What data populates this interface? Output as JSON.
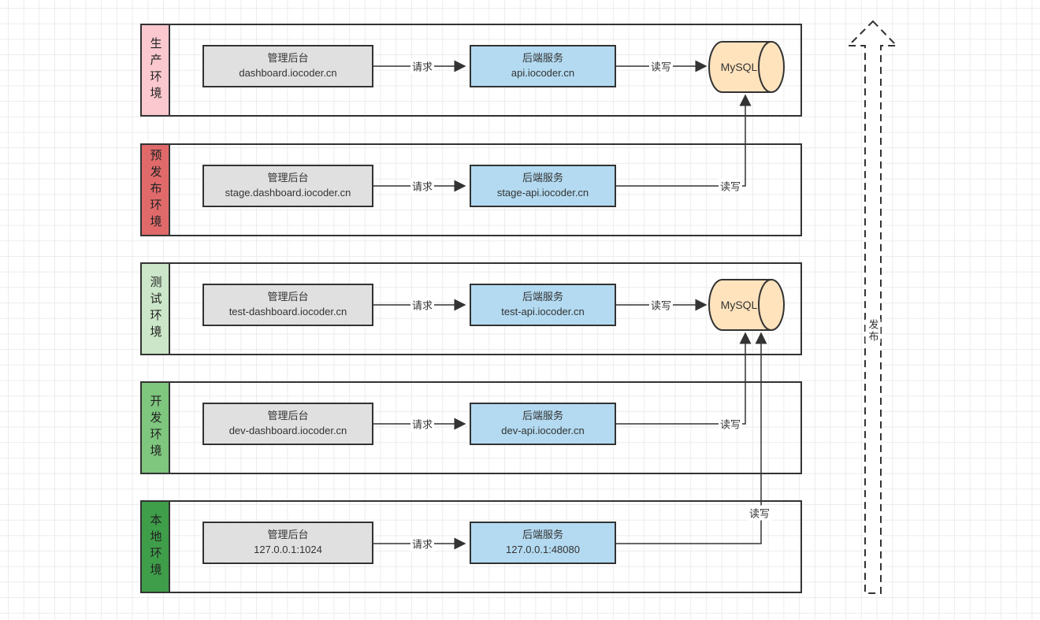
{
  "diagram": {
    "publish_label": "发布",
    "colors": {
      "admin_box": "#E0E0E0",
      "backend_box": "#B3DAF1",
      "database_fill": "#FFE3BD",
      "line": "#333333",
      "tab_production": "#FAC8CE",
      "tab_staging": "#E06A6A",
      "tab_test": "#CBE6C8",
      "tab_dev": "#7FC67F",
      "tab_local": "#3F9E49"
    },
    "environments": [
      {
        "name": "生产环境",
        "admin": {
          "title": "管理后台",
          "subtitle": "dashboard.iocoder.cn"
        },
        "backend": {
          "title": "后端服务",
          "subtitle": "api.iocoder.cn"
        },
        "request_label": "请求",
        "readwrite_label": "读写",
        "database": "MySQL"
      },
      {
        "name": "预发布环境",
        "admin": {
          "title": "管理后台",
          "subtitle": "stage.dashboard.iocoder.cn"
        },
        "backend": {
          "title": "后端服务",
          "subtitle": "stage-api.iocoder.cn"
        },
        "request_label": "请求",
        "readwrite_label": "读写"
      },
      {
        "name": "测试环境",
        "admin": {
          "title": "管理后台",
          "subtitle": "test-dashboard.iocoder.cn"
        },
        "backend": {
          "title": "后端服务",
          "subtitle": "test-api.iocoder.cn"
        },
        "request_label": "请求",
        "readwrite_label": "读写",
        "database": "MySQL"
      },
      {
        "name": "开发环境",
        "admin": {
          "title": "管理后台",
          "subtitle": "dev-dashboard.iocoder.cn"
        },
        "backend": {
          "title": "后端服务",
          "subtitle": "dev-api.iocoder.cn"
        },
        "request_label": "请求",
        "readwrite_label": "读写"
      },
      {
        "name": "本地环境",
        "admin": {
          "title": "管理后台",
          "subtitle": "127.0.0.1:1024"
        },
        "backend": {
          "title": "后端服务",
          "subtitle": "127.0.0.1:48080"
        },
        "request_label": "请求",
        "readwrite_label": "读写"
      }
    ]
  }
}
